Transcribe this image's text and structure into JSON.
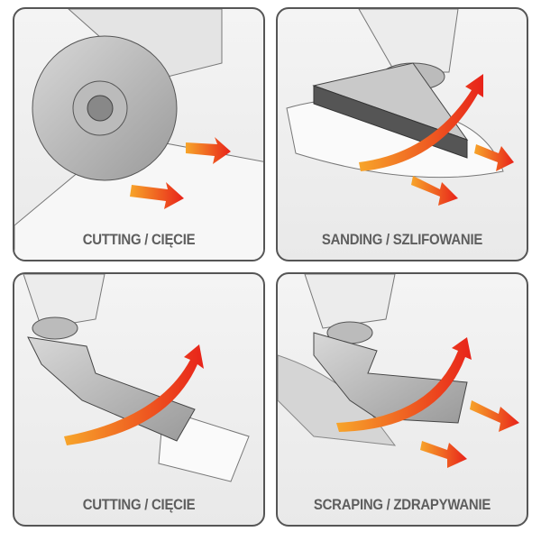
{
  "panels": [
    {
      "label": "CUTTING / CIĘCIE"
    },
    {
      "label": "SANDING / SZLIFOWANIE"
    },
    {
      "label": "CUTTING / CIĘCIE"
    },
    {
      "label": "SCRAPING / ZDRAPYWANIE"
    }
  ],
  "colors": {
    "arrow_red": "#e8231a",
    "arrow_orange": "#f5a623",
    "text": "#5e5e5e"
  }
}
